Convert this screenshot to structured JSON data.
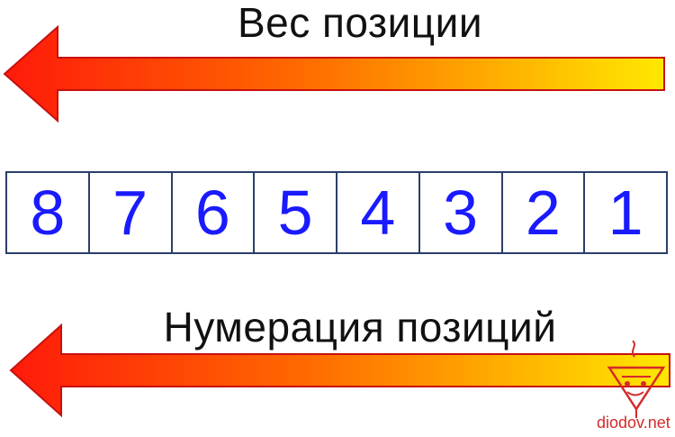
{
  "title_top": "Вес позиции",
  "title_bottom": "Нумерация позиций",
  "cells": [
    "8",
    "7",
    "6",
    "5",
    "4",
    "3",
    "2",
    "1"
  ],
  "watermark": "diodov.net",
  "colors": {
    "arrow_head": "#ff1a0a",
    "arrow_tail": "#ffe800",
    "arrow_outline": "#c81010",
    "digits": "#1a1aff",
    "cell_border": "#2a3f6a"
  }
}
